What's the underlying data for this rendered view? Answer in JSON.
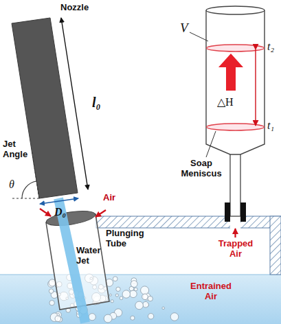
{
  "diagram": {
    "labels": [
      "Nozzle",
      "V",
      "t₂",
      "l₀",
      "△H",
      "Jet Angle",
      "θ",
      "D₀",
      "t₁",
      "Soap Meniscus",
      "Air",
      "Plunging Tube",
      "Trapped Air",
      "Water Jet",
      "Entrained Air"
    ]
  }
}
